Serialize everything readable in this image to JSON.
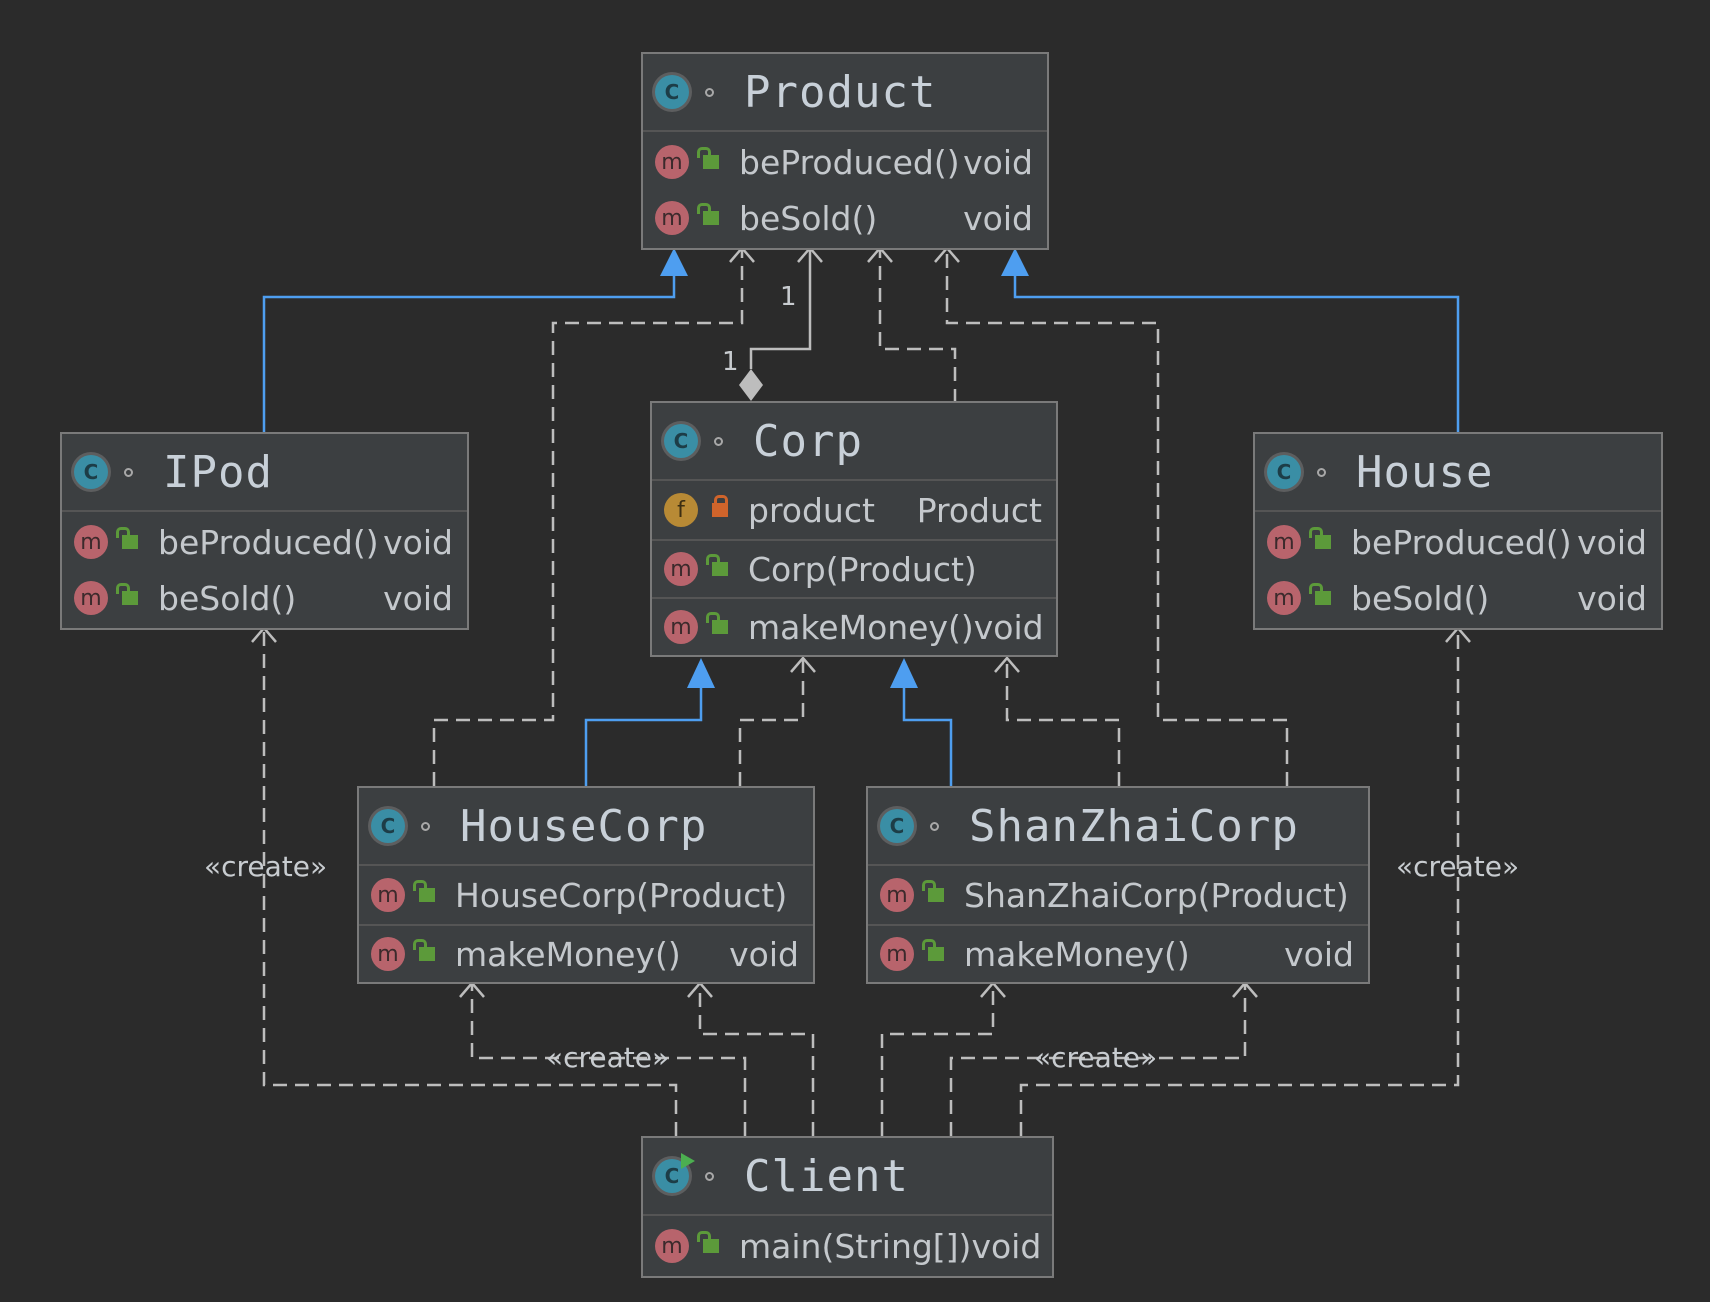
{
  "classes": {
    "product": {
      "name": "Product",
      "members": [
        {
          "name": "beProduced()",
          "type": "void"
        },
        {
          "name": "beSold()",
          "type": "void"
        }
      ]
    },
    "corp": {
      "name": "Corp",
      "field": {
        "name": "product",
        "type": "Product"
      },
      "constructor": {
        "name": "Corp(Product)"
      },
      "method": {
        "name": "makeMoney()",
        "type": "void"
      }
    },
    "ipod": {
      "name": "IPod",
      "members": [
        {
          "name": "beProduced()",
          "type": "void"
        },
        {
          "name": "beSold()",
          "type": "void"
        }
      ]
    },
    "house": {
      "name": "House",
      "members": [
        {
          "name": "beProduced()",
          "type": "void"
        },
        {
          "name": "beSold()",
          "type": "void"
        }
      ]
    },
    "housecorp": {
      "name": "HouseCorp",
      "members": [
        {
          "name": "HouseCorp(Product)",
          "type": ""
        },
        {
          "name": "makeMoney()",
          "type": "void"
        }
      ]
    },
    "shanzhaicorp": {
      "name": "ShanZhaiCorp",
      "members": [
        {
          "name": "ShanZhaiCorp(Product)",
          "type": ""
        },
        {
          "name": "makeMoney()",
          "type": "void"
        }
      ]
    },
    "client": {
      "name": "Client",
      "members": [
        {
          "name": "main(String[])",
          "type": "void"
        }
      ]
    }
  },
  "icons": {
    "class": "C",
    "method": "m",
    "field": "f"
  },
  "labels": {
    "create": "«create»",
    "multiplicity_product": "1",
    "multiplicity_corp": "1"
  },
  "colors": {
    "background": "#2b2b2b",
    "box": "#3c3f41",
    "inheritance": "#4e9ef0",
    "dependency": "#bdbdbd"
  }
}
